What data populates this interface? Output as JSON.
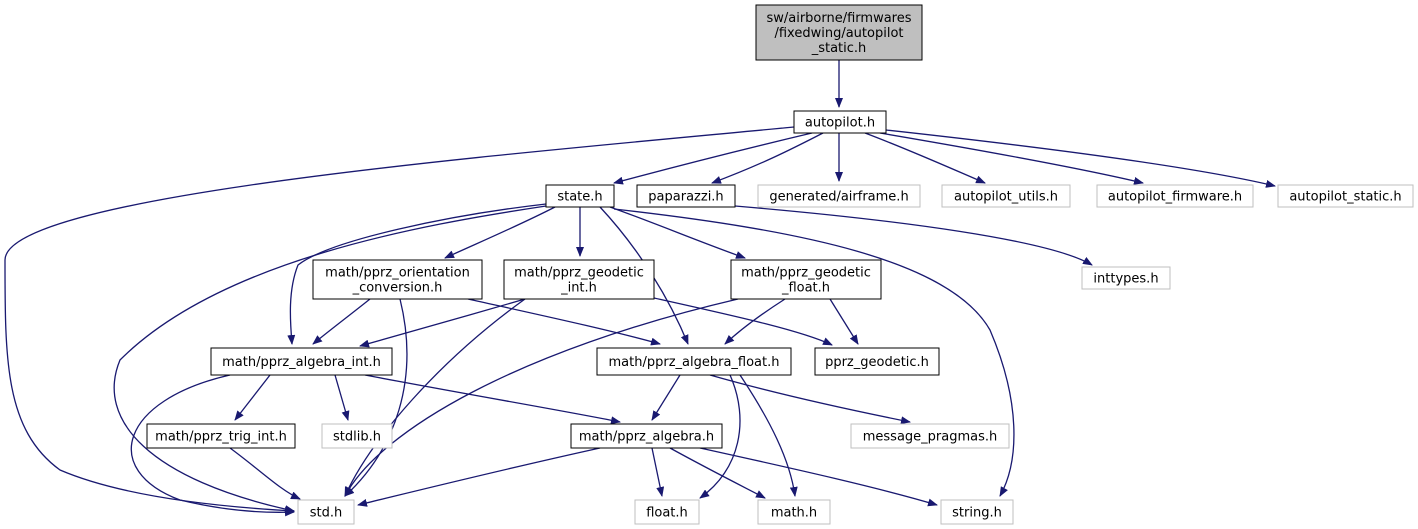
{
  "graph": {
    "title_node_lines": [
      "sw/airborne/firmwares",
      "/fixedwing/autopilot",
      "_static.h"
    ],
    "nodes": {
      "autopilot_h": [
        "autopilot.h"
      ],
      "state_h": [
        "state.h"
      ],
      "paparazzi_h": [
        "paparazzi.h"
      ],
      "generated_airframe_h": [
        "generated/airframe.h"
      ],
      "autopilot_utils_h": [
        "autopilot_utils.h"
      ],
      "autopilot_firmware_h": [
        "autopilot_firmware.h"
      ],
      "autopilot_static_h": [
        "autopilot_static.h"
      ],
      "inttypes_h": [
        "inttypes.h"
      ],
      "orientation_conversion_h": [
        "math/pprz_orientation",
        "_conversion.h"
      ],
      "geodetic_int_h": [
        "math/pprz_geodetic",
        "_int.h"
      ],
      "geodetic_float_h": [
        "math/pprz_geodetic",
        "_float.h"
      ],
      "algebra_int_h": [
        "math/pprz_algebra_int.h"
      ],
      "algebra_float_h": [
        "math/pprz_algebra_float.h"
      ],
      "pprz_geodetic_h": [
        "pprz_geodetic.h"
      ],
      "trig_int_h": [
        "math/pprz_trig_int.h"
      ],
      "stdlib_h": [
        "stdlib.h"
      ],
      "algebra_h": [
        "math/pprz_algebra.h"
      ],
      "message_pragmas_h": [
        "message_pragmas.h"
      ],
      "std_h": [
        "std.h"
      ],
      "float_h": [
        "float.h"
      ],
      "math_h": [
        "math.h"
      ],
      "string_h": [
        "string.h"
      ]
    },
    "colors": {
      "title_fill": "#bfbfbf",
      "node_border": "#000000",
      "external_border": "#bfbfbf",
      "edge": "#191970"
    }
  }
}
